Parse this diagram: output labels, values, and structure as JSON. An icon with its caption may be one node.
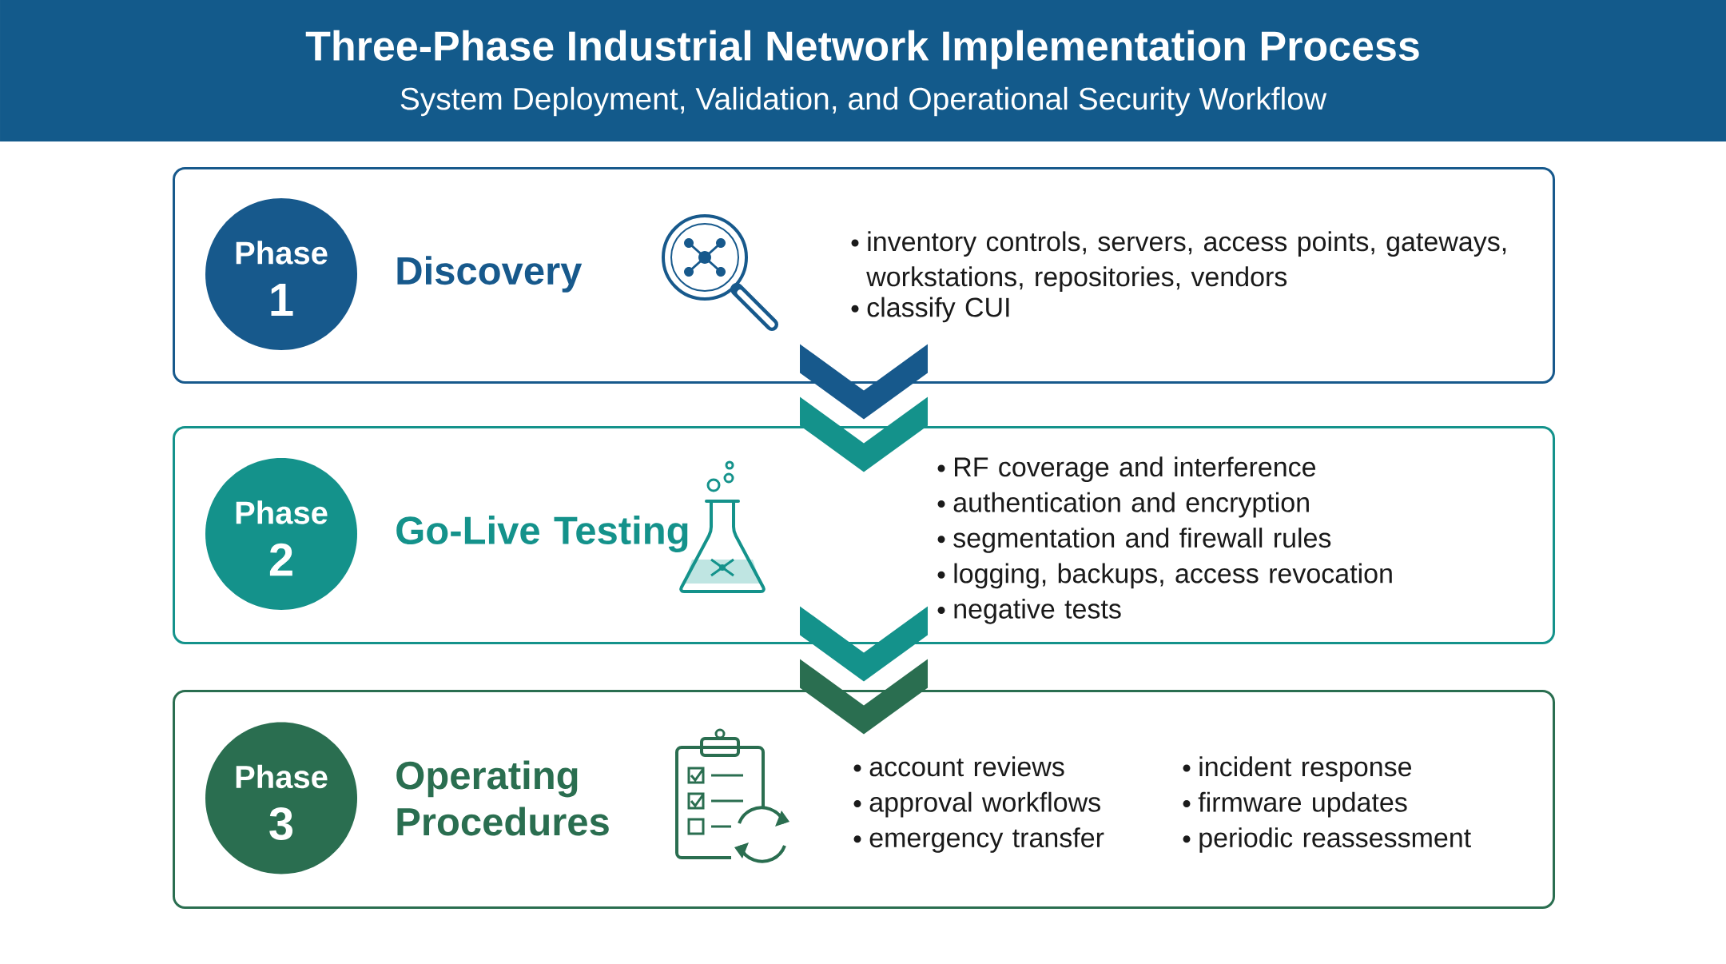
{
  "diagram": {
    "title": "Three-Phase Industrial Network Implementation Process",
    "nodes": [
      {
        "text": [
          "Discovery",
          "inventory controls, servers, access points, gateways, workstations, repositories, vendors",
          "classify CUI"
        ]
      },
      {
        "text": [
          "Phase",
          "1"
        ],
        "in": 0
      },
      {
        "text": [
          "Go-Live Testing",
          "RF coverage and interference",
          "authentication and encryption",
          "segmentation and firewall rules",
          "logging, backups, access revocation",
          "negative tests"
        ]
      },
      {
        "text": [
          "Phase",
          "2"
        ],
        "in": 2
      },
      {
        "text": [
          "Operating Procedures",
          "account reviews",
          "approval workflows",
          "emergency transfer",
          "incident response",
          "firmware updates",
          "periodic reassessment"
        ]
      },
      {
        "text": [
          "Phase",
          "3"
        ],
        "in": 4
      }
    ],
    "edges": [
      {
        "from": 0,
        "to": 2,
        "arrow": "to"
      },
      {
        "from": 2,
        "to": 4,
        "arrow": "to"
      }
    ],
    "labels": [
      "System Deployment, Validation, and Operational Security Workflow"
    ]
  }
}
